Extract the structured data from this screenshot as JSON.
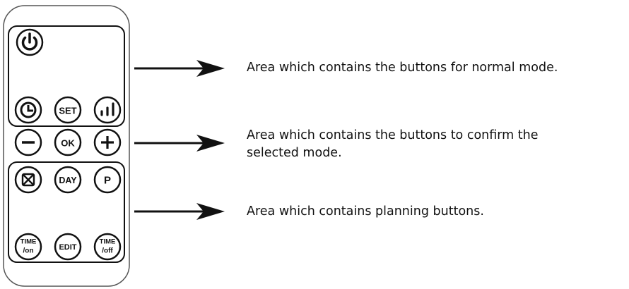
{
  "remote": {
    "normal_row": [
      "SET"
    ],
    "confirm_row": [
      "OK"
    ],
    "planning_top": [
      "DAY",
      "P"
    ],
    "planning_bottom": {
      "time_on_top": "TIME",
      "time_on_bottom": "/on",
      "edit": "EDIT",
      "time_off_top": "TIME",
      "time_off_bottom": "/off"
    }
  },
  "annotations": [
    {
      "text": "Area which contains the buttons for normal mode."
    },
    {
      "text": "Area which contains the buttons to confirm the\nselected mode."
    },
    {
      "text": "Area which contains planning buttons."
    }
  ]
}
